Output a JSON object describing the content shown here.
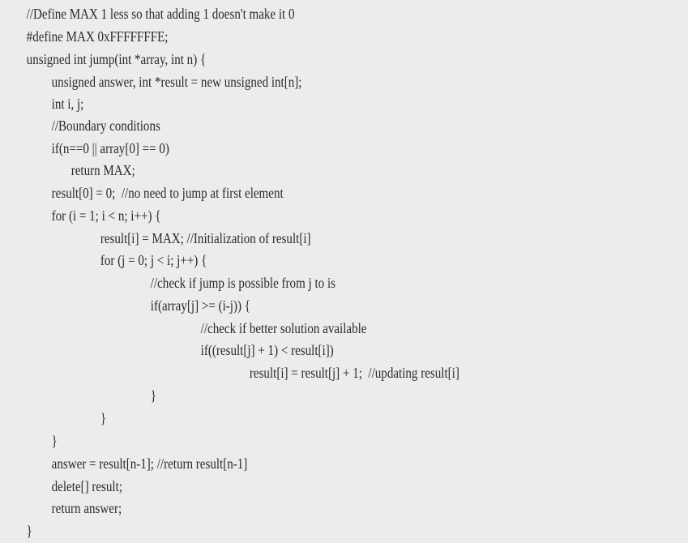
{
  "code_lines": [
    "//Define MAX 1 less so that adding 1 doesn't make it 0",
    "#define MAX 0xFFFFFFFE;",
    "unsigned int jump(int *array, int n) {",
    "unsigned answer, int *result = new unsigned int[n];",
    "int i, j;",
    "//Boundary conditions",
    "if(n==0 || array[0] == 0)",
    "return MAX;",
    "result[0] = 0;  //no need to jump at first element",
    "for (i = 1; i < n; i++) {",
    "result[i] = MAX; //Initialization of result[i]",
    "for (j = 0; j < i; j++) {",
    "//check if jump is possible from j to is",
    "if(array[j] >= (i-j)) {",
    "//check if better solution available",
    "if((result[j] + 1) < result[i])",
    "result[i] = result[j] + 1;  //updating result[i]",
    "}",
    "}",
    "}",
    "answer = result[n-1]; //return result[n-1]",
    "delete[] result;",
    "return answer;",
    "}"
  ]
}
